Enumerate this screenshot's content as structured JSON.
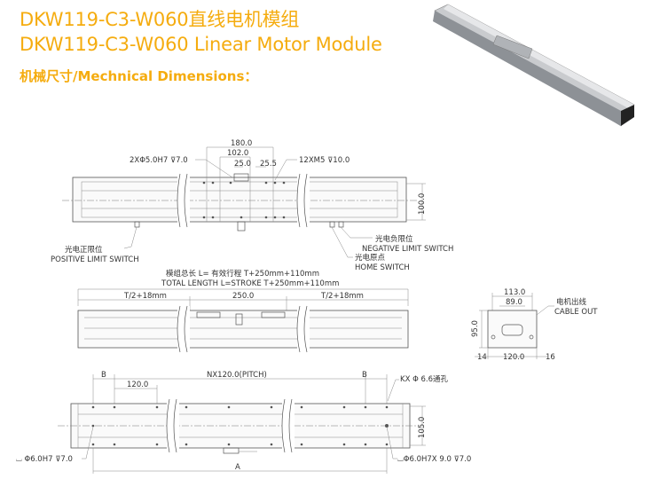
{
  "title_cn": "DKW119-C3-W060直线电机模组",
  "title_en": "DKW119-C3-W060 Linear Motor Module",
  "section": "机械尺寸/Mechnical Dimensions：",
  "top_view": {
    "dim_180": "180.0",
    "dim_102": "102.0",
    "dim_25": "25.0",
    "dim_25_5": "25.5",
    "dim_100": "100.0",
    "pin_hole": "2XΦ5.0H7 ⊽7.0",
    "thread": "12XM5 ⊽10.0",
    "pos_limit_cn": "光电正限位",
    "pos_limit_en": "POSITIVE LIMIT SWITCH",
    "neg_limit_cn": "光电负限位",
    "neg_limit_en": "NEGATIVE LIMIT SWITCH",
    "home_cn": "光电原点",
    "home_en": "HOME SWITCH"
  },
  "side_view": {
    "total_cn": "模组总长 L= 有效行程 T+250mm+110mm",
    "total_en": "TOTAL LENGTH L=STROKE T+250mm+110mm",
    "left_dim": "T/2+18mm",
    "mid_dim": "250.0",
    "right_dim": "T/2+18mm"
  },
  "end_view": {
    "dim_113": "113.0",
    "dim_89": "89.0",
    "dim_95": "95.0",
    "dim_14": "14",
    "dim_120": "120.0",
    "dim_16": "16",
    "cable_cn": "电机出线",
    "cable_en": "CABLE OUT"
  },
  "bottom_view": {
    "b_left": "B",
    "pitch": "NX120.0(PITCH)",
    "b_right": "B",
    "dim_120": "120.0",
    "through_hole": "KX Φ 6.6通孔",
    "dim_105": "105.0",
    "left_hole": "⌴ Φ6.0H7 ⊽7.0",
    "right_hole": "⌴Φ6.0H7X 9.0 ⊽7.0",
    "dim_A": "A"
  }
}
